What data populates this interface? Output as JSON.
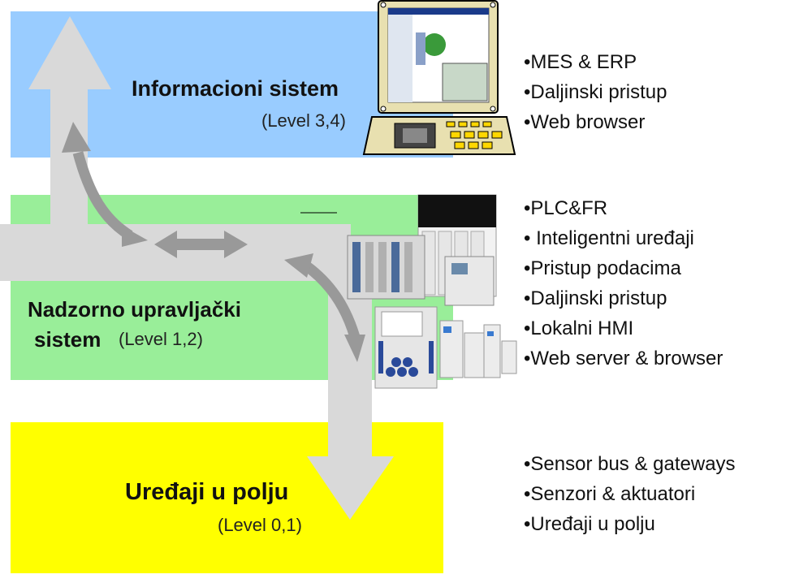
{
  "levels": {
    "info": {
      "title": "Informacioni sistem",
      "level": "(Level 3,4)"
    },
    "nadzorno": {
      "title_line1": "Nadzorno upravljački",
      "title_line2": "sistem",
      "level": "(Level 1,2)"
    },
    "field": {
      "title": "Uređaji u polju",
      "level": "(Level 0,1)"
    }
  },
  "bullets": {
    "info": [
      "•MES & ERP",
      "•Daljinski pristup",
      "•Web browser"
    ],
    "nadzorno": [
      "•PLC&FR",
      "• Inteligentni uređaji",
      "•Pristup podacima",
      "•Daljinski pristup",
      "•Lokalni HMI",
      "•Web server & browser"
    ],
    "field": [
      "•Sensor bus & gateways",
      "•Senzori & aktuatori",
      "•Uređaji u polju"
    ]
  },
  "colors": {
    "info_band": "#99ccff",
    "nadzorno_band": "#99ee99",
    "field_band": "#ffff00",
    "arrow_fill": "#d9d9d9",
    "small_arrow": "#999999"
  }
}
